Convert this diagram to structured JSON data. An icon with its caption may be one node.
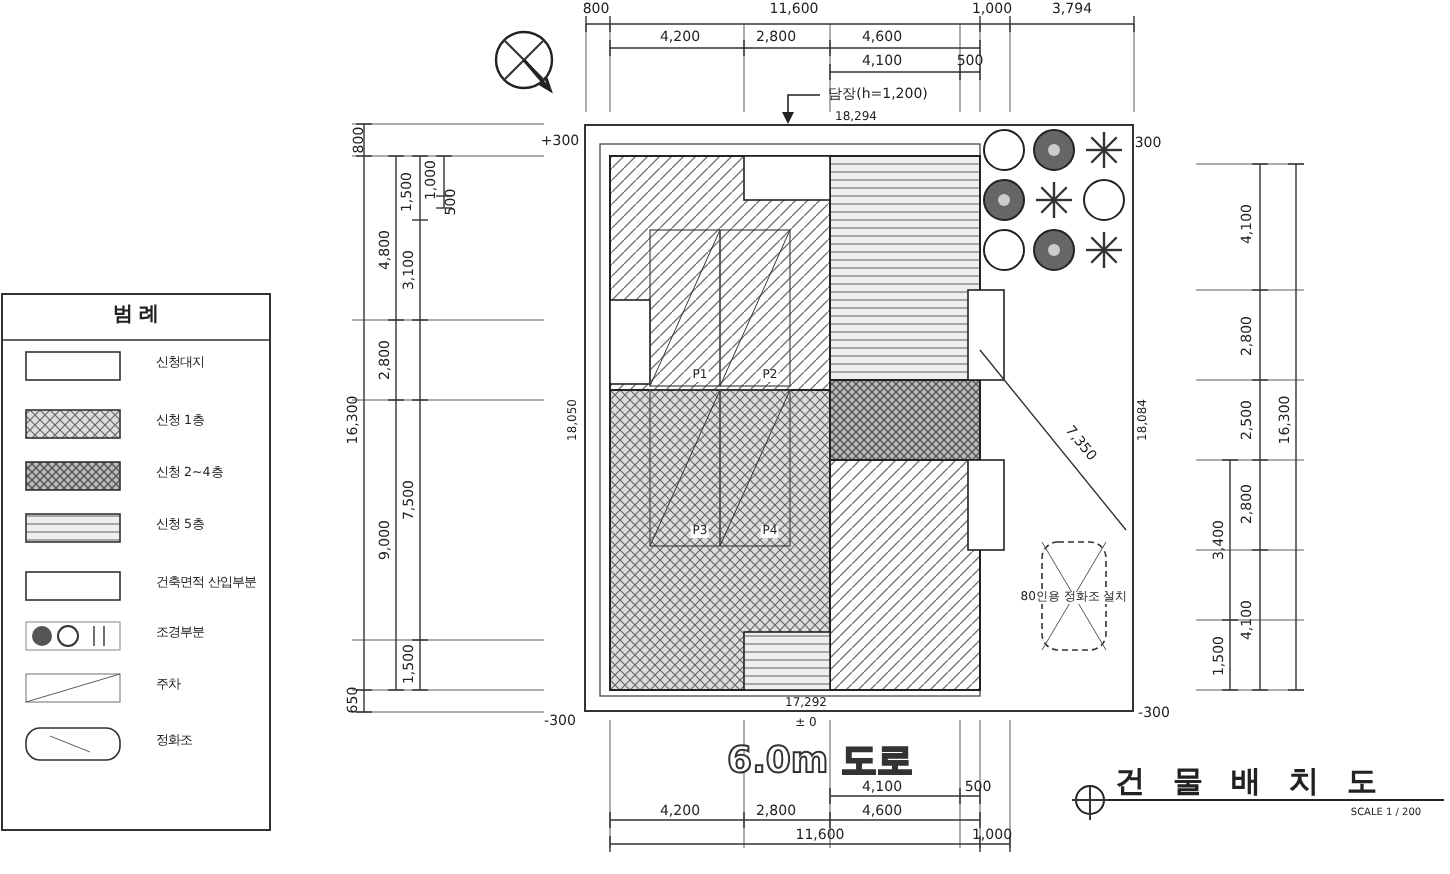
{
  "diagram": {
    "nodes": [
      {
        "text": [],
        "shape": "box"
      },
      {
        "text": [
          "담장(h=1,200)"
        ]
      },
      {
        "text": [
          "80인용 정화조 설치"
        ],
        "in": 0
      }
    ],
    "edges": [
      {
        "from": 1,
        "to": 0,
        "arrow": "to"
      }
    ],
    "labels": [
      "800",
      "11,600",
      "1,000",
      "3,794",
      "4,200",
      "2,800",
      "4,600",
      "4,100",
      "500",
      "18,294",
      "+300",
      "300",
      "범 례",
      "800",
      "1,500",
      "1,000",
      "500",
      "4,800",
      "3,100",
      "4,100",
      "2,800",
      "2,800",
      "P1",
      "P2",
      "16,300",
      "18,050",
      "7,350",
      "18,084",
      "2,500",
      "16,300",
      "7,500",
      "2,800",
      "9,000",
      "P3",
      "P4",
      "3,400",
      "4,100",
      "1,500",
      "1,500",
      "650",
      "-300",
      "17,292",
      "-300",
      "± 0",
      "6.0m 도로",
      "4,100",
      "500",
      "건물배치도",
      "SCALE 1 / 200",
      "4,200",
      "2,800",
      "4,600",
      "11,600",
      "1,000"
    ],
    "legend": [
      {
        "text": "신청대지"
      },
      {
        "text": "신청 1층"
      },
      {
        "text": "신청 2~4층"
      },
      {
        "text": "신청 5층"
      },
      {
        "text": "건축면적 산입부분"
      },
      {
        "text": "조경부분"
      },
      {
        "text": "주차"
      },
      {
        "text": "정화조"
      }
    ]
  }
}
